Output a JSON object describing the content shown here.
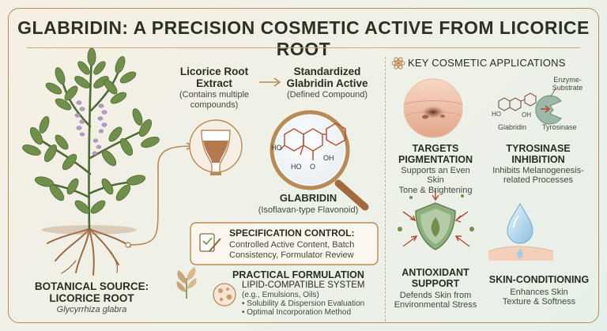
{
  "title": "GLABRIDIN: A PRECISION COSMETIC ACTIVE FROM LICORICE ROOT",
  "botanical": {
    "heading_line1": "BOTANICAL SOURCE:",
    "heading_line2": "LICORICE ROOT",
    "latin": "Glycyrrhiza glabra"
  },
  "extract": {
    "title_line1": "Licorice Root",
    "title_line2": "Extract",
    "sub_line1": "(Contains multiple",
    "sub_line2": "compounds)"
  },
  "standardized": {
    "title_line1": "Standardized",
    "title_line2": "Glabridin Active",
    "sub": "(Defined Compound)"
  },
  "molecule": {
    "label_ho": "HO",
    "label_oh": "OH",
    "label_o": "O"
  },
  "glabridin": {
    "name": "GLABRIDIN",
    "sub": "(Isoflavan-type Flavonoid)"
  },
  "spec": {
    "heading": "SPECIFICATION CONTROL:",
    "line1": "Controlled Active Content, Batch",
    "line2": "Consistency, Formulator Review"
  },
  "practical": {
    "heading": "PRACTICAL FORMULATION",
    "sys_line1": "LIPID-COMPATIBLE SYSTEM",
    "sys_line2": "(e.g., Emulsions, Oils)",
    "bullet1": "• Solubility & Dispersion Evaluation",
    "bullet2": "• Optimal Incorporation Method"
  },
  "applications": {
    "heading": "KEY COSMETIC APPLICATIONS",
    "pigment": {
      "title_line1": "TARGETS",
      "title_line2": "PIGMENTATION",
      "sub_line1": "Supports an Even Skin",
      "sub_line2": "Tone & Brightening"
    },
    "tyrosinase": {
      "enzyme_line1": "Enzyme-",
      "enzyme_line2": "Substrate",
      "glabridin_label": "Glabridin",
      "tyrosinase_label": "Tyrosinase",
      "mol_ho": "HO",
      "mol_oh": "OH",
      "title_line1": "TYROSINASE",
      "title_line2": "INHIBITION",
      "sub_line1": "Inhibits Melanogenesis-",
      "sub_line2": "related Processes"
    },
    "antioxidant": {
      "title_line1": "ANTIOXIDANT",
      "title_line2": "SUPPORT",
      "sub_line1": "Defends Skin from",
      "sub_line2": "Environmental Stress"
    },
    "conditioning": {
      "title": "SKIN-CONDITIONING",
      "sub_line1": "Enhances Skin",
      "sub_line2": "Texture & Softness"
    }
  },
  "colors": {
    "accent": "#b88b55",
    "leaf": "#6f8f4a",
    "flower": "#b59ac4",
    "shield": "#8fae7e",
    "drop": "#a9cde6"
  }
}
